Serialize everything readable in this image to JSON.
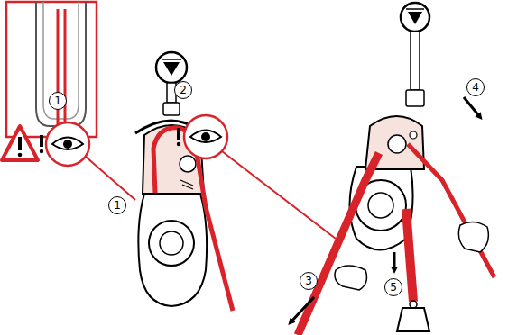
{
  "diagram": {
    "labels": [
      "1",
      "2",
      "1",
      "4",
      "3",
      "5"
    ]
  }
}
